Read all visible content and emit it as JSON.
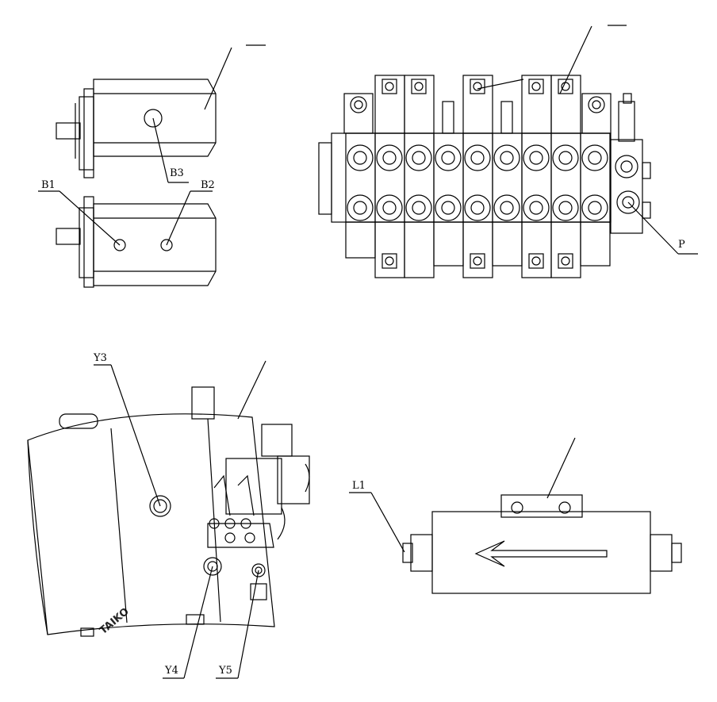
{
  "watermark": {
    "text": "TAIKO",
    "color": "#FFE27A"
  },
  "labels": {
    "b1": "B1",
    "b2": "B2",
    "b3": "B3",
    "p": "P",
    "y3": "Y3",
    "y4": "Y4",
    "y5": "Y5",
    "l1": "L1"
  },
  "colors": {
    "line": "#000000",
    "background": "#FFFFFF"
  }
}
